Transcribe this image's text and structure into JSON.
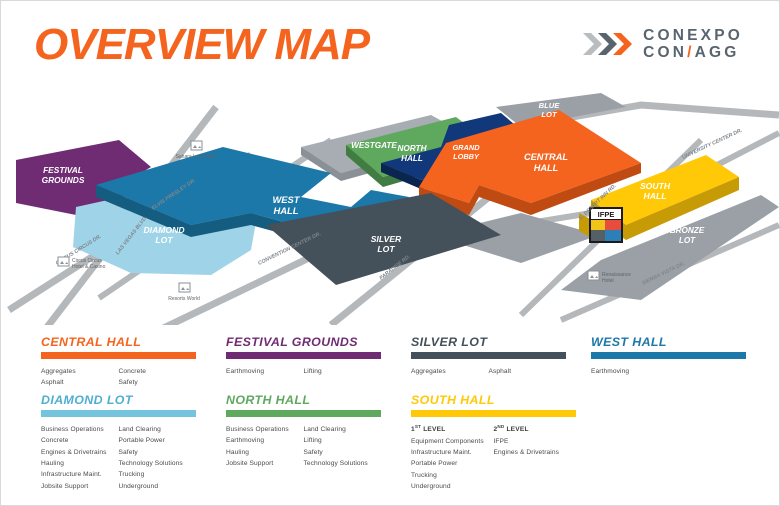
{
  "header": {
    "title": "OVERVIEW MAP",
    "logo": {
      "line1": "CONEXPO",
      "line2_a": "CON",
      "line2_slash": "/",
      "line2_b": "AGG"
    }
  },
  "colors": {
    "orange": "#F4641E",
    "purple": "#6F2C72",
    "slate": "#44505A",
    "blue": "#1C78A8",
    "lightblue": "#74C4DE",
    "green": "#5FA95E",
    "yellow": "#FFC907",
    "navy": "#10387A",
    "gray": "#9AA0A6",
    "roadgray": "#B4B8BB"
  },
  "map": {
    "buildings": [
      {
        "name": "FESTIVAL GROUNDS",
        "label_lines": [
          "FESTIVAL",
          "GROUNDS"
        ],
        "color": "purple"
      },
      {
        "name": "DIAMOND LOT",
        "label_lines": [
          "DIAMOND",
          "LOT"
        ],
        "color": "lightblue"
      },
      {
        "name": "WEST HALL",
        "label_lines": [
          "WEST",
          "HALL"
        ],
        "color": "blue"
      },
      {
        "name": "WESTGATE",
        "label_lines": [
          "WESTGATE"
        ],
        "color": "gray"
      },
      {
        "name": "NORTH HALL",
        "label_lines": [
          "NORTH",
          "HALL"
        ],
        "color": "green"
      },
      {
        "name": "GRAND LOBBY",
        "label_lines": [
          "GRAND",
          "LOBBY"
        ],
        "color": "navy"
      },
      {
        "name": "BLUE LOT",
        "label_lines": [
          "BLUE",
          "LOT"
        ],
        "color": "gray"
      },
      {
        "name": "CENTRAL HALL",
        "label_lines": [
          "CENTRAL",
          "HALL"
        ],
        "color": "orange"
      },
      {
        "name": "SILVER LOT",
        "label_lines": [
          "SILVER",
          "LOT"
        ],
        "color": "slate"
      },
      {
        "name": "SOUTH HALL",
        "label_lines": [
          "SOUTH",
          "HALL"
        ],
        "color": "yellow"
      },
      {
        "name": "BRONZE LOT",
        "label_lines": [
          "BRONZE",
          "LOT"
        ],
        "color": "gray"
      }
    ],
    "streets": [
      "CIRCUS CIRCUS DR.",
      "LAS VEGAS BLVD.",
      "ELVIS PRESLEY DR.",
      "CONVENTION CENTER DR.",
      "PARADISE RD.",
      "E. DESERT INN RD.",
      "UNIVERSITY CENTER DR.",
      "SIERRA VISTA DR."
    ],
    "landmarks": [
      {
        "name": "Sahara Las Vegas",
        "lines": [
          "Sahara Las Vegas"
        ]
      },
      {
        "name": "Circus Circus Hotel & Casino",
        "lines": [
          "Circus Circus",
          "Hotel & Casino"
        ]
      },
      {
        "name": "Resorts World",
        "lines": [
          "Resorts World"
        ]
      },
      {
        "name": "Renaissance Hotel",
        "lines": [
          "Renaissance",
          "Hotel"
        ]
      }
    ],
    "badge": {
      "label": "IFPE"
    }
  },
  "legend": {
    "sections": [
      {
        "id": "central-hall",
        "title": "CENTRAL HALL",
        "color": "#F4641E",
        "col1": [
          "Aggregates",
          "Asphalt"
        ],
        "col2": [
          "Concrete",
          "Safety"
        ]
      },
      {
        "id": "festival-grounds",
        "title": "FESTIVAL GROUNDS",
        "color": "#6F2C72",
        "col1": [
          "Earthmoving"
        ],
        "col2": [
          "Lifting"
        ]
      },
      {
        "id": "silver-lot",
        "title": "SILVER LOT",
        "color": "#44505A",
        "col1": [
          "Aggregates"
        ],
        "col2": [
          "Asphalt"
        ]
      },
      {
        "id": "west-hall",
        "title": "WEST HALL",
        "color": "#1C78A8",
        "col1": [
          "Earthmoving"
        ],
        "col2": []
      },
      {
        "id": "diamond-lot",
        "title": "DIAMOND LOT",
        "color": "#74C4DE",
        "title_color": "#4FAFD1",
        "col1": [
          "Business Operations",
          "Concrete",
          "Engines & Drivetrains",
          "Hauling",
          "Infrastructure Maint.",
          "Jobsite Support"
        ],
        "col2": [
          "Land Clearing",
          "Portable Power",
          "Safety",
          "Technology Solutions",
          "Trucking",
          "Underground"
        ]
      },
      {
        "id": "north-hall",
        "title": "NORTH HALL",
        "color": "#5FA95E",
        "col1": [
          "Business Operations",
          "Earthmoving",
          "Hauling",
          "Jobsite Support"
        ],
        "col2": [
          "Land Clearing",
          "Lifting",
          "Safety",
          "Technology Solutions"
        ]
      },
      {
        "id": "south-hall",
        "title": "SOUTH HALL",
        "color": "#FFC907",
        "sub1": "1",
        "sub1_sup": "ST",
        "sub1_rest": " LEVEL",
        "sub2": "2",
        "sub2_sup": "ND",
        "sub2_rest": " LEVEL",
        "col1": [
          "Equipment Components",
          "Infrastructure Maint.",
          "Portable Power",
          "Trucking",
          "Underground"
        ],
        "col2": [
          "IFPE",
          "Engines & Drivetrains"
        ]
      }
    ]
  }
}
